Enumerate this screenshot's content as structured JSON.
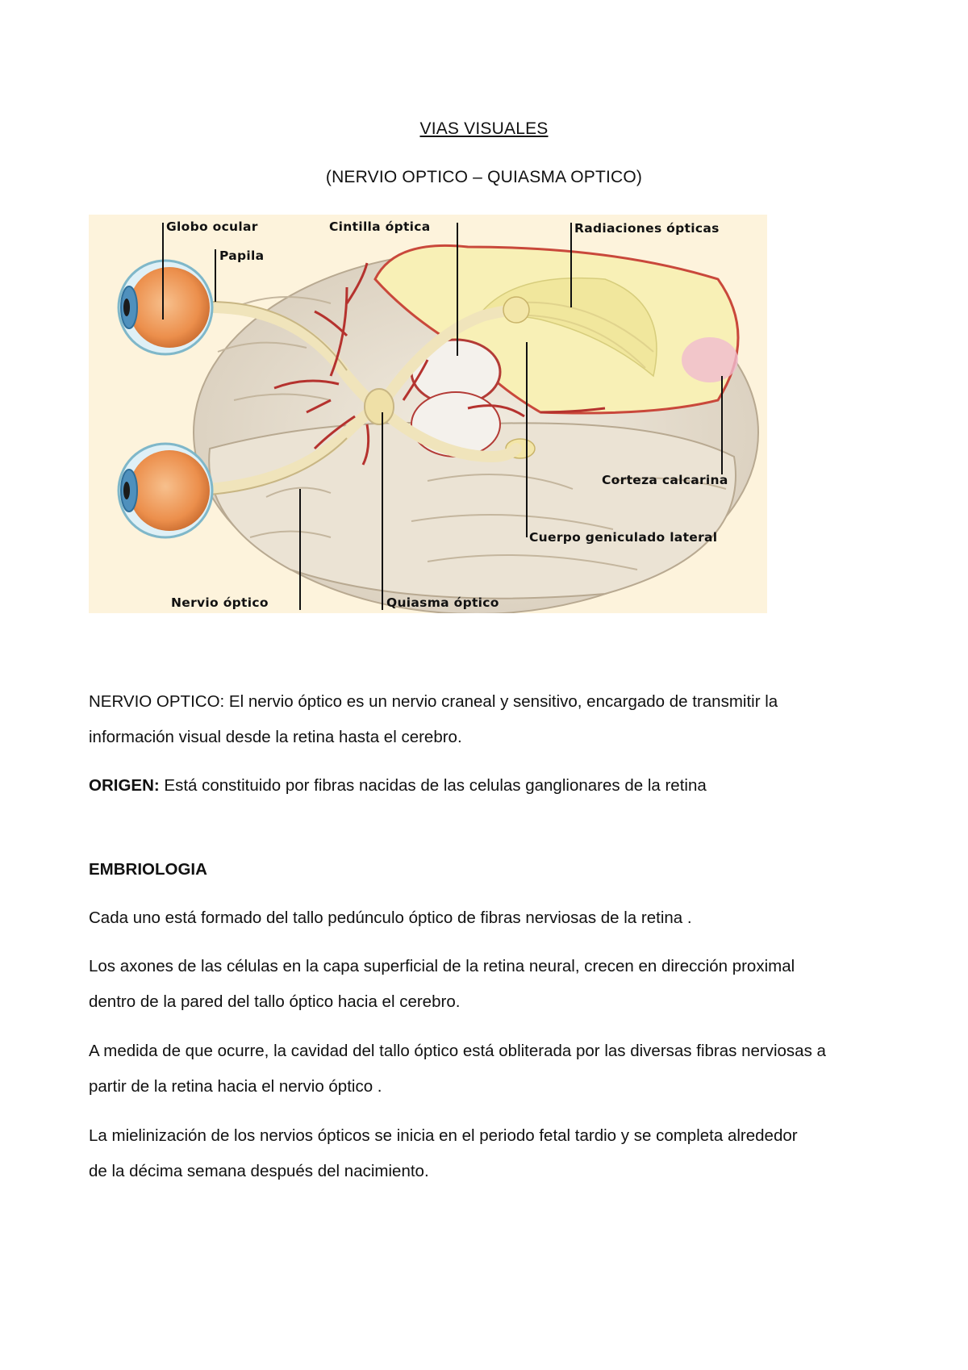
{
  "heading": {
    "title": "VIAS VISUALES",
    "subtitle": "(NERVIO OPTICO – QUIASMA OPTICO)"
  },
  "figure": {
    "labels": {
      "globo_ocular": "Globo ocular",
      "papila": "Papila",
      "cintilla_optica": "Cintilla óptica",
      "radiaciones_opticas": "Radiaciones ópticas",
      "corteza_calcarina": "Corteza calcarina",
      "cuerpo_geniculado_lateral": "Cuerpo geniculado lateral",
      "nervio_optico": "Nervio óptico",
      "quiasma_optico": "Quiasma óptico"
    }
  },
  "body": {
    "nervio_term": "NERVIO OPTICO:",
    "nervio_text_1": " El nervio óptico es un nervio craneal y sensitivo, encargado de transmitir la",
    "nervio_text_2": "información visual desde la retina hasta el cerebro.",
    "origen_term": "ORIGEN:",
    "origen_text": " Está   constituido por fibras nacidas de las celulas ganglionares de la retina",
    "embriologia_heading": "EMBRIOLOGIA",
    "p1": "Cada uno está formado del tallo pedúnculo óptico de fibras nerviosas de la retina .",
    "p2_line1": "Los axones de las células en la capa superficial de la retina neural, crecen en dirección proximal",
    "p2_line2": "dentro de la pared del tallo óptico hacia el cerebro.",
    "p3_line1": "A medida de que ocurre, la cavidad del tallo óptico está obliterada por las diversas fibras nerviosas a",
    "p3_line2": "partir de la retina hacia el nervio óptico .",
    "p4_line1": " La  mielinización de los nervios ópticos se inicia en el periodo fetal tardio y se completa alrededor",
    "p4_line2": "de la décima semana después del nacimiento."
  }
}
